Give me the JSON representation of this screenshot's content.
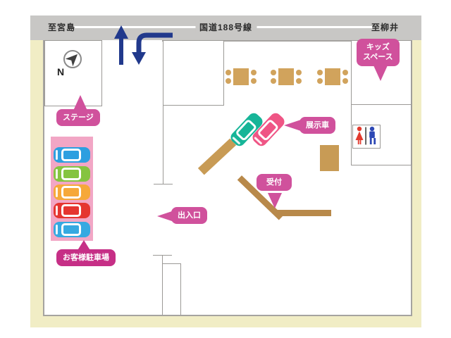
{
  "road": {
    "left": "至宮島",
    "center": "国道188号線",
    "right": "至柳井"
  },
  "compass": {
    "label": "N"
  },
  "bubbles": {
    "stage": "ステージ",
    "kids": {
      "line1": "キッズ",
      "line2": "スペース"
    },
    "display_car": "展示車",
    "reception": "受付",
    "entrance": "出入口",
    "customer_parking": "お客様駐車場"
  },
  "parking": {
    "cars": [
      "#2d9fe0",
      "#85c440",
      "#f6a839",
      "#e53530",
      "#36a9e1"
    ]
  },
  "showroom": {
    "display_cars": [
      "#17b598",
      "#ef5585"
    ]
  },
  "colors": {
    "bubble_pink": "#d0519c",
    "parking_label_pink": "#c62f86",
    "parking_area_pink": "#f2a6c5",
    "road_gray": "#c8c7c5",
    "site_beige": "#f1edc5",
    "wood_tan": "#d1a35c",
    "counter_brown": "#b8894a",
    "arrow_navy": "#21398c",
    "wall_gray": "#a5a3a0",
    "restroom_female_red": "#e23a2e",
    "restroom_male_blue": "#2d48b5"
  }
}
